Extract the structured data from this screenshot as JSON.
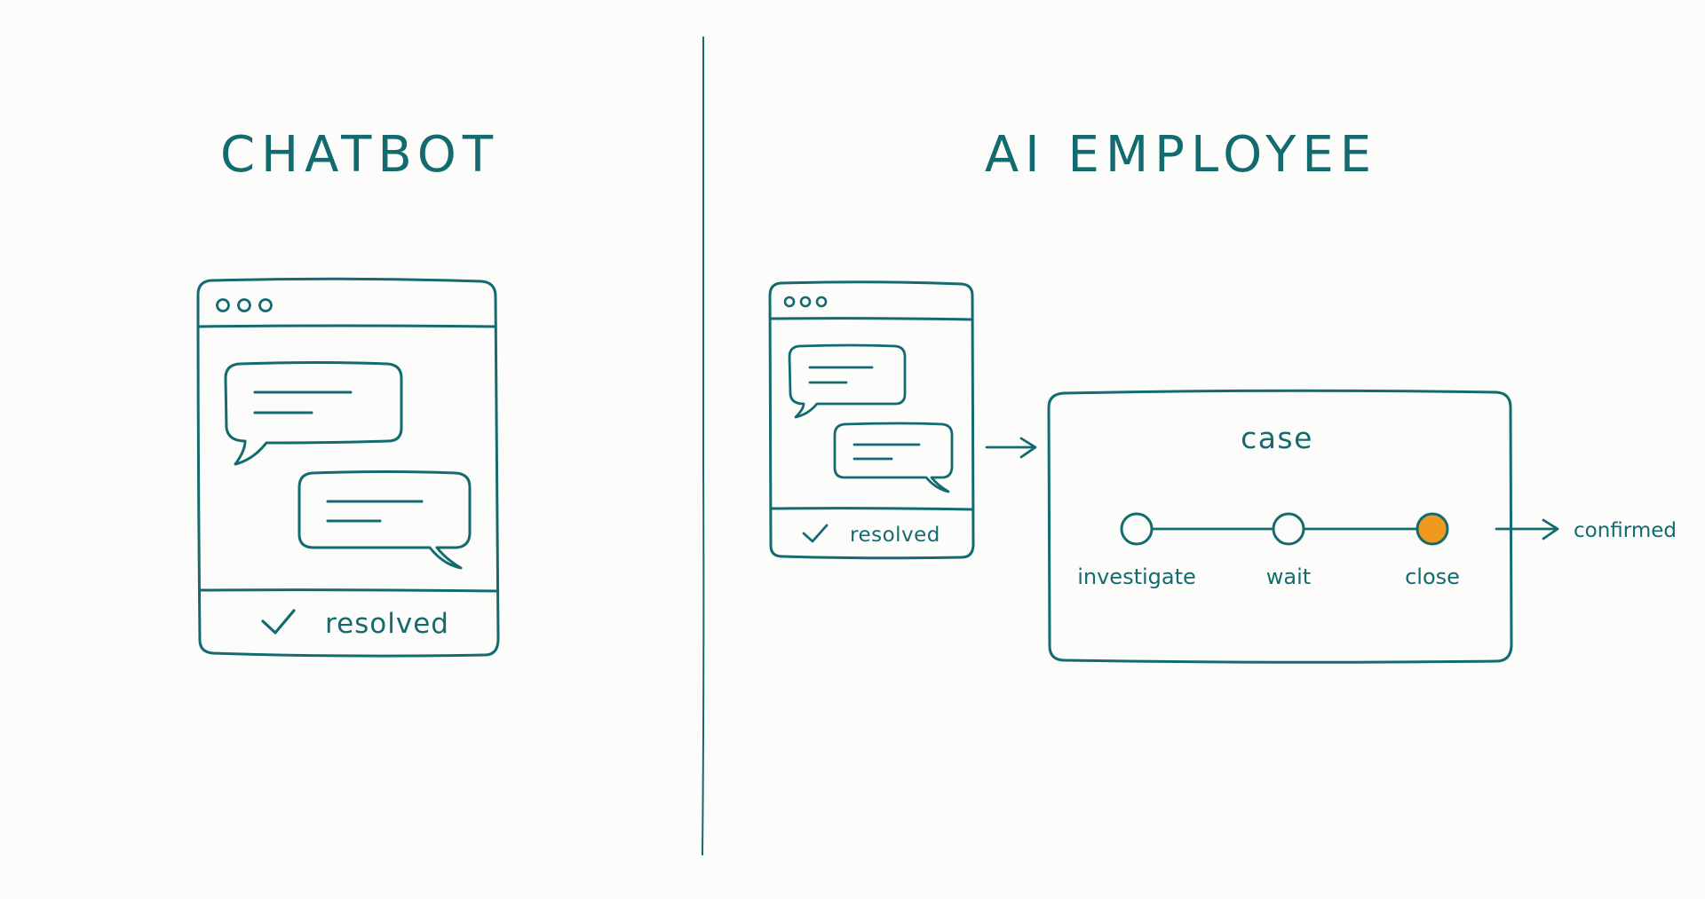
{
  "colors": {
    "ink": "#136b70",
    "accent": "#ef9a1e",
    "background": "#fcfcfa"
  },
  "left_panel": {
    "title": "CHATBOT",
    "footer_label": "resolved"
  },
  "right_panel": {
    "title": "AI EMPLOYEE",
    "chat_footer_label": "resolved",
    "case": {
      "title": "case",
      "steps": [
        {
          "label": "investigate",
          "active": false
        },
        {
          "label": "wait",
          "active": false
        },
        {
          "label": "close",
          "active": true
        }
      ],
      "outcome_label": "confirmed"
    }
  }
}
